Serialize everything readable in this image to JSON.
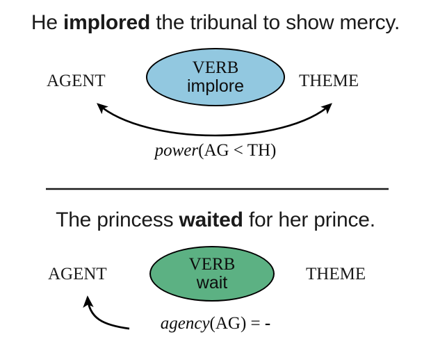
{
  "figure": {
    "background_color": "#ffffff",
    "panels": [
      {
        "id": "power-panel",
        "sentence": {
          "before": "He ",
          "verb": "implored",
          "after": " the tribunal to show mercy."
        },
        "left_role": "AGENT",
        "right_role": "THEME",
        "node": {
          "kind": "VERB",
          "lemma": "implore",
          "fill_color": "#92c8e0",
          "stroke_color": "#000000"
        },
        "relation": {
          "name": "power",
          "args": "(AG < TH)",
          "polarity": "",
          "arrow": "double-headed-curved-arrow"
        }
      },
      {
        "id": "agency-panel",
        "sentence": {
          "before": "The princess ",
          "verb": "waited",
          "after": " for her prince."
        },
        "left_role": "AGENT",
        "right_role": "THEME",
        "node": {
          "kind": "VERB",
          "lemma": "wait",
          "fill_color": "#5cb183",
          "stroke_color": "#000000"
        },
        "relation": {
          "name": "agency",
          "args": "(AG) = ",
          "polarity": "-",
          "arrow": "single-headed-curved-arrow"
        }
      }
    ],
    "divider": {
      "name": "panel-divider",
      "color": "#1a1a1a"
    }
  }
}
